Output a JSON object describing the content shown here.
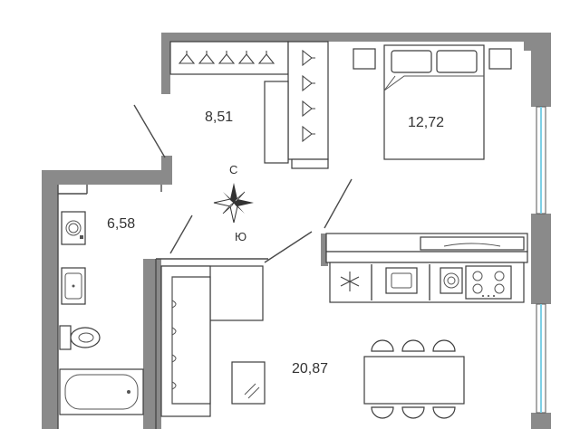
{
  "rooms": [
    {
      "id": "hall",
      "area": "8,51"
    },
    {
      "id": "bedroom",
      "area": "12,72"
    },
    {
      "id": "bathroom",
      "area": "6,58"
    },
    {
      "id": "living-kitchen",
      "area": "20,87"
    }
  ],
  "compass": {
    "north": "С",
    "south": "Ю"
  },
  "colors": {
    "wall": "#8a8a8a",
    "line": "#4a4a4a",
    "glass": "#7fd0e6"
  },
  "icons": [
    "snowflake-icon",
    "sink-icon",
    "washing-machine-icon",
    "stove-icon",
    "toilet-icon",
    "bathtub-icon",
    "compass-rose-icon",
    "bed-icon",
    "sofa-icon",
    "dining-table-icon",
    "hanger-icon"
  ]
}
